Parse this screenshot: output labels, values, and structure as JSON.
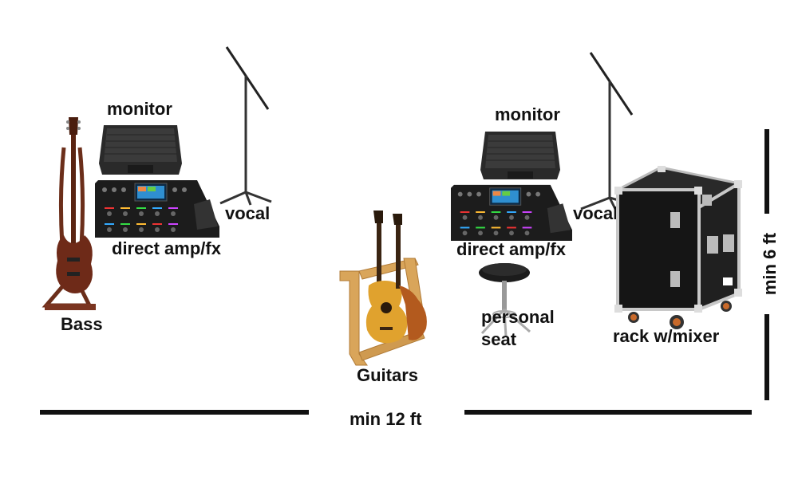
{
  "labels": {
    "monitor_left": "monitor",
    "monitor_right": "monitor",
    "vocal_left": "vocal",
    "vocal_right": "vocal",
    "amp_left": "direct amp/fx",
    "amp_right": "direct amp/fx",
    "bass": "Bass",
    "guitars": "Guitars",
    "seat": "personal seat",
    "rack": "rack w/mixer"
  },
  "dimensions": {
    "width": "min 12 ft",
    "depth": "min 6 ft"
  },
  "icons": [
    "bass-guitar-icon",
    "monitor-speaker-icon",
    "amp-fx-unit-icon",
    "mic-stand-icon",
    "guitar-stand-icon",
    "stool-icon",
    "rack-case-icon"
  ]
}
